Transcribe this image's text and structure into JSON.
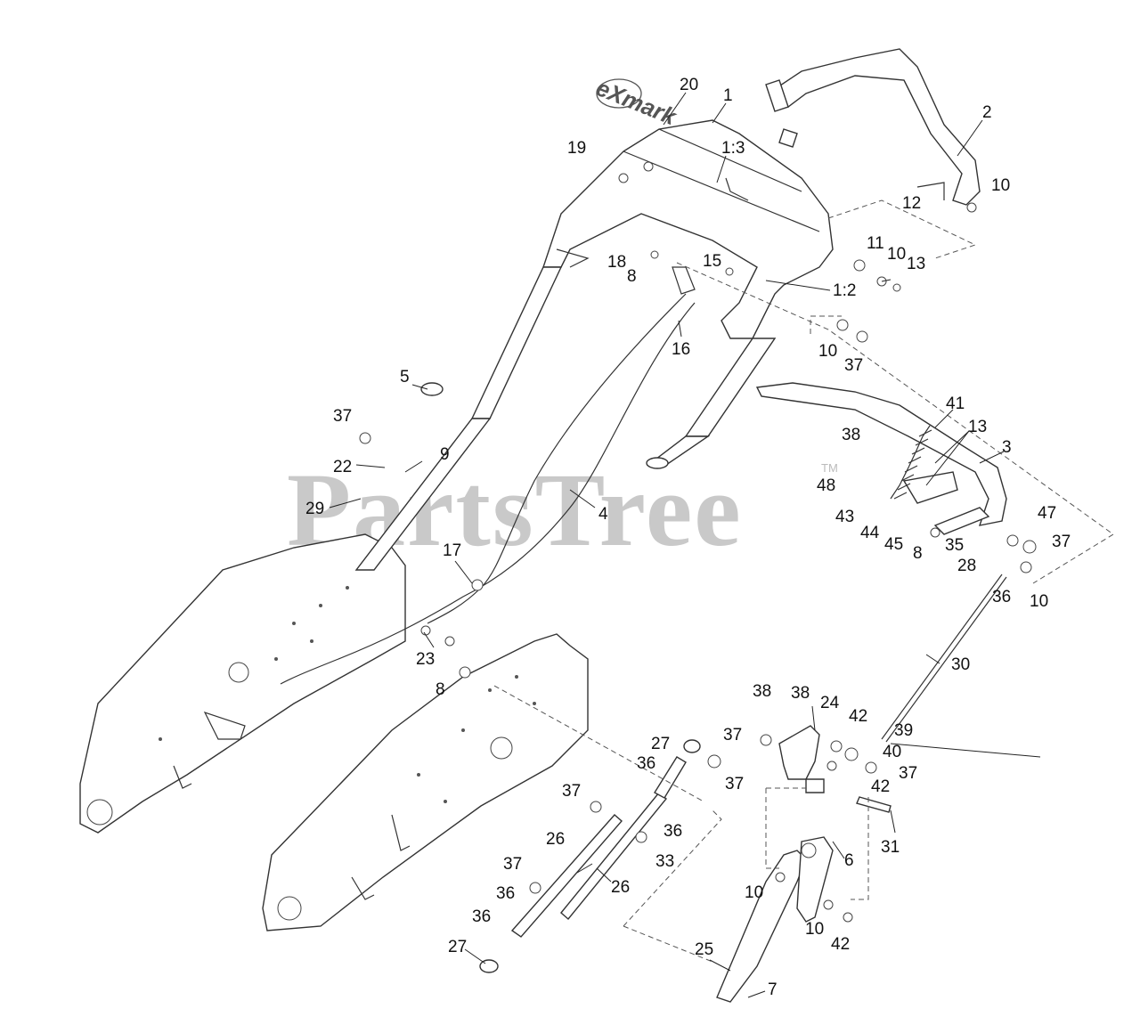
{
  "watermark": {
    "text": "PartsTree",
    "tm": "TM"
  },
  "logo": {
    "text": "eXmark"
  },
  "callouts": [
    {
      "id": "c20",
      "label": "20"
    },
    {
      "id": "c1",
      "label": "1"
    },
    {
      "id": "c13a",
      "label": "1:3"
    },
    {
      "id": "c19",
      "label": "19"
    },
    {
      "id": "c2",
      "label": "2"
    },
    {
      "id": "c10a",
      "label": "10"
    },
    {
      "id": "c12",
      "label": "12"
    },
    {
      "id": "c11",
      "label": "11"
    },
    {
      "id": "c10b",
      "label": "10"
    },
    {
      "id": "c13b",
      "label": "13"
    },
    {
      "id": "c18",
      "label": "18"
    },
    {
      "id": "c8a",
      "label": "8"
    },
    {
      "id": "c15",
      "label": "15"
    },
    {
      "id": "c12b",
      "label": "1:2"
    },
    {
      "id": "c16",
      "label": "16"
    },
    {
      "id": "c10c",
      "label": "10"
    },
    {
      "id": "c37a",
      "label": "37"
    },
    {
      "id": "c5",
      "label": "5"
    },
    {
      "id": "c37b",
      "label": "37"
    },
    {
      "id": "c9",
      "label": "9"
    },
    {
      "id": "c22",
      "label": "22"
    },
    {
      "id": "c29",
      "label": "29"
    },
    {
      "id": "c4",
      "label": "4"
    },
    {
      "id": "c17",
      "label": "17"
    },
    {
      "id": "c23",
      "label": "23"
    },
    {
      "id": "c8b",
      "label": "8"
    },
    {
      "id": "c41",
      "label": "41"
    },
    {
      "id": "c13c",
      "label": "13"
    },
    {
      "id": "c38a",
      "label": "38"
    },
    {
      "id": "c3",
      "label": "3"
    },
    {
      "id": "c48",
      "label": "48"
    },
    {
      "id": "c43",
      "label": "43"
    },
    {
      "id": "c44",
      "label": "44"
    },
    {
      "id": "c45",
      "label": "45"
    },
    {
      "id": "c8c",
      "label": "8"
    },
    {
      "id": "c35",
      "label": "35"
    },
    {
      "id": "c47",
      "label": "47"
    },
    {
      "id": "c37c",
      "label": "37"
    },
    {
      "id": "c28",
      "label": "28"
    },
    {
      "id": "c36a",
      "label": "36"
    },
    {
      "id": "c10d",
      "label": "10"
    },
    {
      "id": "c30",
      "label": "30"
    },
    {
      "id": "c38b",
      "label": "38"
    },
    {
      "id": "c38c",
      "label": "38"
    },
    {
      "id": "c24",
      "label": "24"
    },
    {
      "id": "c37d",
      "label": "37"
    },
    {
      "id": "c42a",
      "label": "42"
    },
    {
      "id": "c39",
      "label": "39"
    },
    {
      "id": "c40",
      "label": "40"
    },
    {
      "id": "c37e",
      "label": "37"
    },
    {
      "id": "c42b",
      "label": "42"
    },
    {
      "id": "c27a",
      "label": "27"
    },
    {
      "id": "c36b",
      "label": "36"
    },
    {
      "id": "c37f",
      "label": "37"
    },
    {
      "id": "c31",
      "label": "31"
    },
    {
      "id": "c37g",
      "label": "37"
    },
    {
      "id": "c36c",
      "label": "36"
    },
    {
      "id": "c26a",
      "label": "26"
    },
    {
      "id": "c33",
      "label": "33"
    },
    {
      "id": "c6",
      "label": "6"
    },
    {
      "id": "c26b",
      "label": "26"
    },
    {
      "id": "c37h",
      "label": "37"
    },
    {
      "id": "c36d",
      "label": "36"
    },
    {
      "id": "c10e",
      "label": "10"
    },
    {
      "id": "c36e",
      "label": "36"
    },
    {
      "id": "c10f",
      "label": "10"
    },
    {
      "id": "c42c",
      "label": "42"
    },
    {
      "id": "c27b",
      "label": "27"
    },
    {
      "id": "c25",
      "label": "25"
    },
    {
      "id": "c7",
      "label": "7"
    }
  ]
}
